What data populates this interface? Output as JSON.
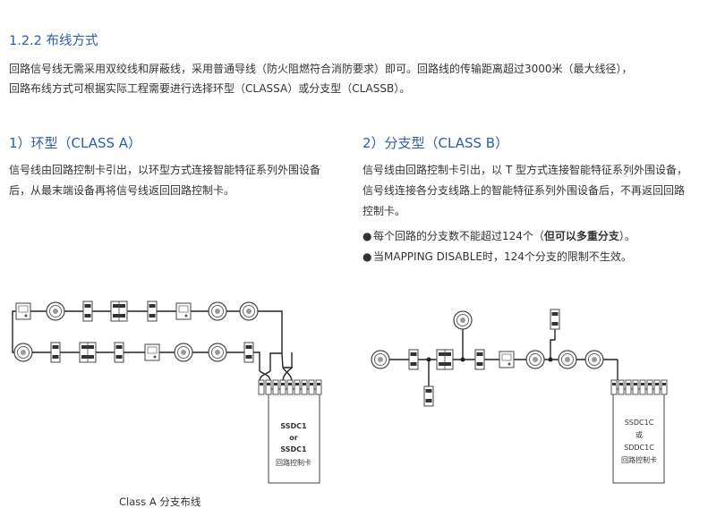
{
  "section": {
    "title": "1.2.2 布线方式"
  },
  "intro": {
    "line1": "回路信号线无需采用双绞线和屏蔽线，采用普通导线（防火阻燃符合消防要求）即可。回路线的传输距离超过3000米（最大线径），",
    "line2": "回路布线方式可根据实际工程需要进行选择环型（CLASSA）或分支型（CLASSB）。"
  },
  "class_a": {
    "title": "1）环型（CLASS A）",
    "desc": "信号线由回路控制卡引出，以环型方式连接智能特征系列外围设备后，从最末端设备再将信号线返回回路控制卡。",
    "controller": {
      "line1": "SSDC1",
      "line2": "or",
      "line3": "SSDC1",
      "line4": "回路控制卡"
    },
    "caption": "Class A 分支布线"
  },
  "class_b": {
    "title": "2）分支型（CLASS B）",
    "desc": "信号线由回路控制卡引出，以 T 型方式连接智能特征系列外围设备，信号线连接各分支线路上的智能特征系列外围设备后，不再返回回路控制卡。",
    "bullet1_pre": "每个回路的分支数不能超过124个（",
    "bullet1_bold": "但可以多重分支",
    "bullet1_post": "）。",
    "bullet2": "当MAPPING DISABLE时，124个分支的限制不生效。",
    "bullet_symbol": "●",
    "controller": {
      "line1": "SSDC1C",
      "line2": "或",
      "line3": "SDDC1C",
      "line4": "回路控制卡"
    }
  },
  "colors": {
    "heading": "#2e5ca8",
    "text": "#333333",
    "line": "#222222",
    "device": "#555555"
  }
}
